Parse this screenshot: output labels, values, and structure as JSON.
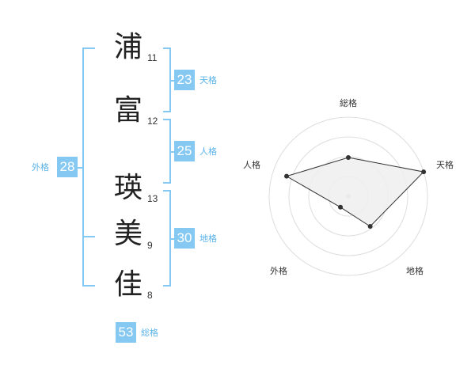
{
  "name": {
    "chars": [
      {
        "char": "浦",
        "strokes": "11"
      },
      {
        "char": "富",
        "strokes": "12"
      },
      {
        "char": "瑛",
        "strokes": "13"
      },
      {
        "char": "美",
        "strokes": "9"
      },
      {
        "char": "佳",
        "strokes": "8"
      }
    ]
  },
  "kaku": {
    "tenkaku": {
      "value": "23",
      "label": "天格"
    },
    "jinkaku": {
      "value": "25",
      "label": "人格"
    },
    "chikaku": {
      "value": "30",
      "label": "地格"
    },
    "gaikaku": {
      "value": "28",
      "label": "外格"
    },
    "soukaku": {
      "value": "53",
      "label": "総格"
    }
  },
  "radar": {
    "axes": [
      "総格",
      "天格",
      "地格",
      "外格",
      "人格"
    ],
    "values": [
      0.49,
      1.0,
      0.47,
      0.17,
      0.82
    ],
    "rings": 4,
    "colors": {
      "grid": "#dddddd",
      "fill": "#eeeeee",
      "stroke": "#333333",
      "point": "#333333",
      "center": "#cccccc"
    }
  },
  "colors": {
    "accent": "#85c8f2",
    "accent_text": "#5bb3ea"
  }
}
